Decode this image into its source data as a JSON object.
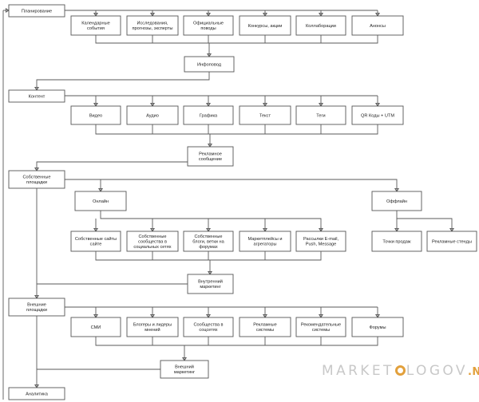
{
  "nodes": {
    "planning": "Планирование",
    "calendar": [
      "Календарные",
      "события"
    ],
    "research": [
      "Исследования,",
      "прогнозы, эксперты"
    ],
    "official": [
      "Официальные",
      "поводы"
    ],
    "contests": "Конкурсы, акции",
    "collab": "Коллаборации",
    "announce": "Анонсы",
    "infopovod": "Инфоповод",
    "content": "Контент",
    "video": "Видео",
    "audio": "Аудио",
    "graphics": "Графика",
    "text": "Текст",
    "tags": "Теги",
    "qr": "QR Коды + UTM",
    "ad_message": [
      "Рекламное",
      "сообщение"
    ],
    "own_platforms": [
      "Собственные",
      "площадки"
    ],
    "online": "Онлайн",
    "offline": "Оффлайн",
    "own_sites": [
      "Собственные сайты",
      "сайте"
    ],
    "own_social": [
      "Собственные",
      "сообщества в",
      "социальных сетях"
    ],
    "own_blogs": [
      "Собственные",
      "блоги, ветки на",
      "форумах"
    ],
    "marketplaces": [
      "Маркетплейсы и",
      "агрегаторы"
    ],
    "mailings": [
      "Рассылки E-mail,",
      "Push, Message"
    ],
    "sale_points": "Точки продаж",
    "stands": "Рекламные стенды",
    "internal_mkt": [
      "Внутренний",
      "маркетинг"
    ],
    "external_platforms": [
      "Внешние",
      "площадки"
    ],
    "media": "СМИ",
    "bloggers": [
      "Блогеры и лидеры",
      "мнений"
    ],
    "communities": [
      "Сообщества в",
      "соцсетях"
    ],
    "ad_systems": [
      "Рекламные",
      "системы"
    ],
    "recommend_systems": [
      "Рекомендательные",
      "системы"
    ],
    "forums": "Форумы",
    "external_mkt": [
      "Внешний",
      "маркетинг"
    ],
    "analytics": "Аналитика"
  },
  "watermark": {
    "before": "MARKET",
    "after": "LOGOV",
    "suffix": ".NET"
  },
  "colors": {
    "border": "#555555",
    "line": "#5a5a5a",
    "text": "#222222",
    "watermark": "#c8c8c8",
    "watermark_accent": "#e2a03c"
  }
}
